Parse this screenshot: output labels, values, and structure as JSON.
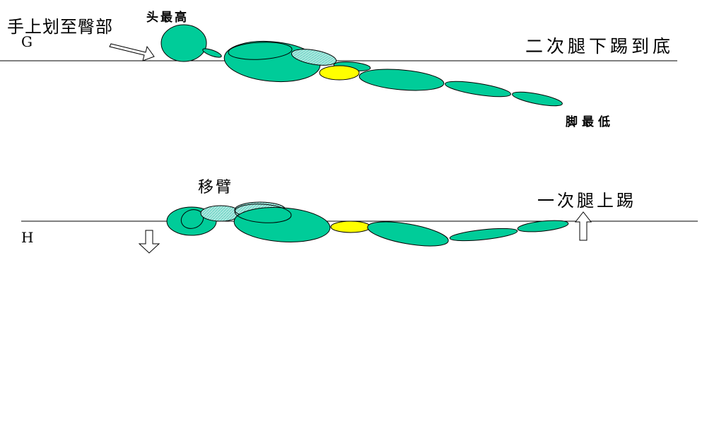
{
  "colors": {
    "body": "#00cc99",
    "highlight": "#ffff00",
    "arm_hatch": "#99e6dd",
    "water_line": "#000000",
    "background": "#ffffff"
  },
  "panel_g": {
    "label": "G",
    "hand_text": "手上划至臀部",
    "head_text": "头最高",
    "kick_text": "二次腿下踢到底",
    "foot_text": "脚最低",
    "arrow_icon": "right-arrow-icon"
  },
  "panel_h": {
    "label": "H",
    "arm_text": "移臂",
    "kick_text": "一次腿上踢",
    "down_arrow_icon": "down-arrow-icon",
    "up_arrow_icon": "up-arrow-icon"
  }
}
